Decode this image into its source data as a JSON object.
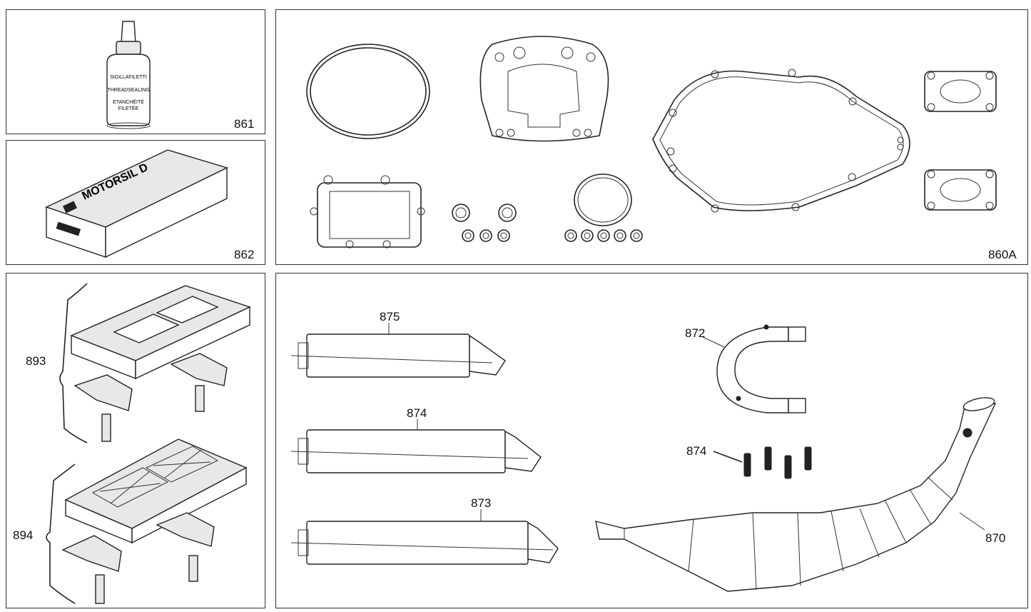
{
  "panels": {
    "p861": {
      "label": "861",
      "bottle_lines": [
        "SIGILLAFILETTI",
        "THREADSEALING",
        "ETANCHÉITÉ",
        "FILETÉE"
      ]
    },
    "p862": {
      "label": "862",
      "box_brand": "MOTORSIL D"
    },
    "p860a": {
      "label": "860A"
    },
    "p893_894": {
      "label_top": "893",
      "label_bottom": "894"
    },
    "pexhaust": {
      "label_875": "875",
      "label_874a": "874",
      "label_873": "873",
      "label_872": "872",
      "label_874b": "874",
      "label_870": "870"
    }
  }
}
